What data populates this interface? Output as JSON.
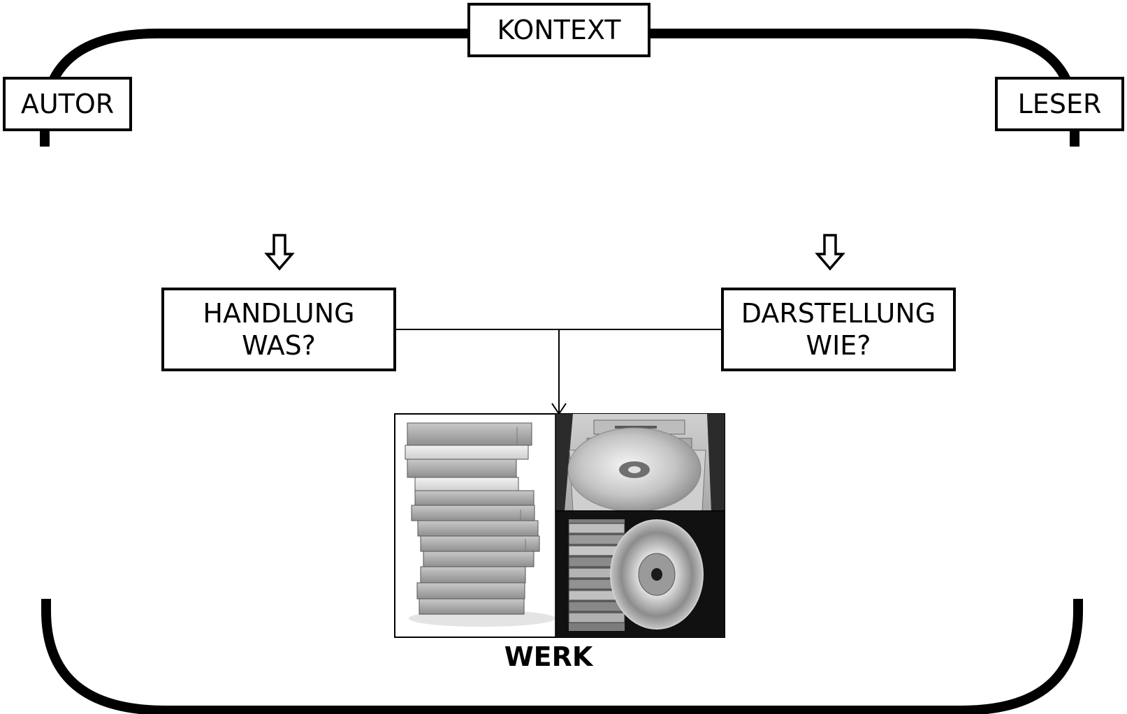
{
  "nodes": {
    "kontext": "KONTEXT",
    "autor": "AUTOR",
    "leser": "LESER",
    "handlung": {
      "line1": "HANDLUNG",
      "line2": "WAS?"
    },
    "darstellung": {
      "line1": "DARSTELLUNG",
      "line2": "WIE?"
    },
    "werk": "WERK"
  },
  "images": [
    {
      "name": "book-stack"
    },
    {
      "name": "computer-cd-drive"
    },
    {
      "name": "cd-cases-and-disc"
    }
  ],
  "colors": {
    "line": "#000000",
    "background": "#ffffff"
  }
}
